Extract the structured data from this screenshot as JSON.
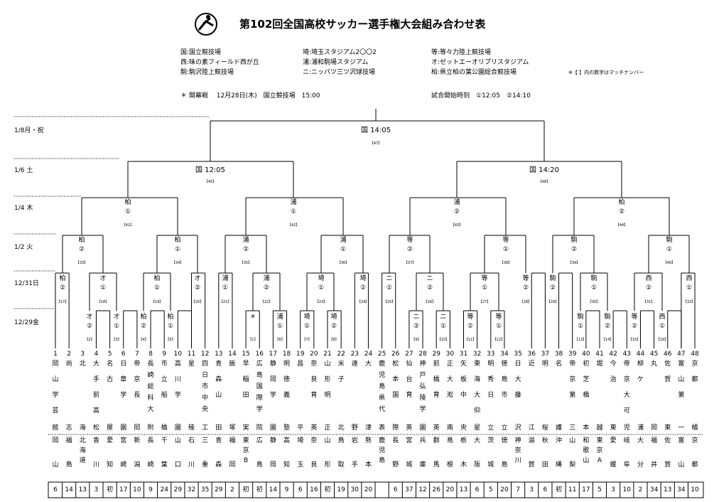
{
  "title": "第102回全国高校サッカー選手権大会組み合わせ表",
  "venues": [
    "国:国立競技場",
    "埼:埼玉スタジアム2〇〇2",
    "等:等々力陸上競技場",
    "西:味の素フィールド西が丘",
    "浦:浦和駒場スタジアム",
    "オ:ゼットエーオリプリスタジアム",
    "駒:駒沢陸上競技場",
    "ニ:ニッパツ三ツ沢球技場",
    "柏:県立柏の葉公園総合競技場"
  ],
  "note": "※【 】内の数字はマッチナンバー",
  "opening": "＊ 開幕戦　 12月28日(木)　国立競技場　15:00",
  "kickoff": "試合開始時刻　①12:05　②14:10",
  "rounds": [
    "1/8月・祝",
    "1/6 土",
    "1/4 木",
    "1/2 火",
    "12/31日",
    "12/29金"
  ],
  "final": {
    "text": "国 14:05",
    "num": "【47】"
  },
  "semis": [
    {
      "text": "国 12:05",
      "num": "【45】"
    },
    {
      "text": "国 14:20",
      "num": "【46】"
    }
  ],
  "qf": [
    {
      "v": "柏",
      "t": "①",
      "num": "【41】"
    },
    {
      "v": "浦",
      "t": "①",
      "num": "【42】"
    },
    {
      "v": "浦",
      "t": "②",
      "num": "【43】"
    },
    {
      "v": "柏",
      "t": "②",
      "num": "【44】"
    }
  ],
  "r16": [
    {
      "v": "柏",
      "t": "②",
      "num": "【33】"
    },
    {
      "v": "柏",
      "t": "①",
      "num": "【34】"
    },
    {
      "v": "浦",
      "t": "②",
      "num": "【35】"
    },
    {
      "v": "浦",
      "t": "①",
      "num": "【36】"
    },
    {
      "v": "等",
      "t": "②",
      "num": "【37】"
    },
    {
      "v": "等",
      "t": "①",
      "num": "【38】"
    },
    {
      "v": "駒",
      "t": "②",
      "num": "【39】"
    },
    {
      "v": "駒",
      "t": "①",
      "num": "【40】"
    }
  ],
  "r2": [
    {
      "v": "柏",
      "t": "②",
      "num": "【17】"
    },
    {
      "v": "オ",
      "t": "①",
      "num": "【18】"
    },
    {
      "v": "柏",
      "t": "①",
      "num": "【19】"
    },
    {
      "v": "オ",
      "t": "②",
      "num": "【20】"
    },
    {
      "v": "浦",
      "t": "①",
      "num": "【21】"
    },
    {
      "v": "浦",
      "t": "②",
      "num": "【22】"
    },
    {
      "v": "埼",
      "t": "①",
      "num": "【23】"
    },
    {
      "v": "埼",
      "t": "②",
      "num": "【24】"
    },
    {
      "v": "ニ",
      "t": "①",
      "num": "【25】"
    },
    {
      "v": "ニ",
      "t": "②",
      "num": "【26】"
    },
    {
      "v": "等",
      "t": "①",
      "num": "【27】"
    },
    {
      "v": "等",
      "t": "②",
      "num": "【28】"
    },
    {
      "v": "駒",
      "t": "②",
      "num": "【29】"
    },
    {
      "v": "駒",
      "t": "①",
      "num": "【30】"
    },
    {
      "v": "西",
      "t": "②",
      "num": "【31】"
    },
    {
      "v": "西",
      "t": "①",
      "num": "【32】"
    }
  ],
  "r1": [
    {
      "v": "オ",
      "t": "②",
      "num": "【2】"
    },
    {
      "v": "オ",
      "t": "①",
      "num": "【3】"
    },
    {
      "v": "柏",
      "t": "②",
      "num": "【4】"
    },
    {
      "v": "柏",
      "t": "①",
      "num": "【5】"
    },
    {
      "v": "＊",
      "t": "",
      "num": "【1】"
    },
    {
      "v": "浦",
      "t": "①",
      "num": "【6】"
    },
    {
      "v": "埼",
      "t": "①",
      "num": "【7】"
    },
    {
      "v": "埼",
      "t": "②",
      "num": "【8】"
    },
    {
      "v": "ニ",
      "t": "②",
      "num": "【9】"
    },
    {
      "v": "ニ",
      "t": "①",
      "num": "【10】"
    },
    {
      "v": "等",
      "t": "②",
      "num": "【11】"
    },
    {
      "v": "等",
      "t": "①",
      "num": "【12】"
    },
    {
      "v": "駒",
      "t": "①",
      "num": "【13】"
    },
    {
      "v": "駒",
      "t": "②",
      "num": "【14】"
    },
    {
      "v": "等",
      "t": "②",
      "num": "【15】"
    },
    {
      "v": "西",
      "t": "①",
      "num": "【16】"
    }
  ],
  "teams": [
    {
      "n": "1",
      "name": "岡山学芸館",
      "pref": "岡山",
      "c": "6"
    },
    {
      "n": "2",
      "name": "尚志",
      "pref": "福島",
      "c": "14"
    },
    {
      "n": "3",
      "name": "北海",
      "pref": "北海道",
      "c": "13"
    },
    {
      "n": "4",
      "name": "大手前高松",
      "pref": "香川",
      "c": "3"
    },
    {
      "n": "5",
      "name": "名古屋",
      "pref": "愛知",
      "c": "初"
    },
    {
      "n": "6",
      "name": "日章学園",
      "pref": "宮崎",
      "c": "17"
    },
    {
      "n": "7",
      "name": "帝京長岡",
      "pref": "新潟",
      "c": "10"
    },
    {
      "n": "8",
      "name": "長崎総科大附",
      "pref": "長崎",
      "c": "9"
    },
    {
      "n": "9",
      "name": "市立船橋",
      "pref": "千葉",
      "c": "24"
    },
    {
      "n": "10",
      "name": "高川学園",
      "pref": "山口",
      "c": "29"
    },
    {
      "n": "11",
      "name": "星稜",
      "pref": "石川",
      "c": "32"
    },
    {
      "n": "12",
      "name": "四日市中央工",
      "pref": "三重",
      "c": "35"
    },
    {
      "n": "13",
      "name": "青森山田",
      "pref": "青森",
      "c": "29"
    },
    {
      "n": "14",
      "name": "飯塚",
      "pref": "福岡",
      "c": "2"
    },
    {
      "n": "15",
      "name": "早稲田実",
      "pref": "東京B",
      "c": "初"
    },
    {
      "n": "16",
      "name": "広島国際学院",
      "pref": "広島",
      "c": "初"
    },
    {
      "n": "17",
      "name": "静岡学園",
      "pref": "静岡",
      "c": "14"
    },
    {
      "n": "18",
      "name": "明徳義塾",
      "pref": "高知",
      "c": "9"
    },
    {
      "n": "19",
      "name": "昌平",
      "pref": "埼玉",
      "c": "6"
    },
    {
      "n": "20",
      "name": "奈良育英",
      "pref": "奈良",
      "c": "16"
    },
    {
      "n": "21",
      "name": "山形明正",
      "pref": "山形",
      "c": "初"
    },
    {
      "n": "22",
      "name": "米子北",
      "pref": "鳥取",
      "c": "19"
    },
    {
      "n": "23",
      "name": "遠野",
      "pref": "岩手",
      "c": "30"
    },
    {
      "n": "24",
      "name": "大津",
      "pref": "熊本",
      "c": "20"
    },
    {
      "n": "25",
      "name": "鹿児島県代表",
      "pref": "鹿児島",
      "c": ""
    },
    {
      "n": "26",
      "name": "松本国際",
      "pref": "長野",
      "c": "6"
    },
    {
      "n": "27",
      "name": "仙台育英",
      "pref": "宮城",
      "c": "37"
    },
    {
      "n": "28",
      "name": "神戸弘陵学園",
      "pref": "兵庫",
      "c": "12"
    },
    {
      "n": "29",
      "name": "前橋育英",
      "pref": "群馬",
      "c": "26"
    },
    {
      "n": "30",
      "name": "正大淞南",
      "pref": "島根",
      "c": "20"
    },
    {
      "n": "31",
      "name": "矢板中央",
      "pref": "栃木",
      "c": "13"
    },
    {
      "n": "32",
      "name": "東海大仰星",
      "pref": "大阪",
      "c": "6"
    },
    {
      "n": "33",
      "name": "明秀日立",
      "pref": "茨城",
      "c": "5"
    },
    {
      "n": "34",
      "name": "徳島市立",
      "pref": "徳島",
      "c": "20"
    },
    {
      "n": "35",
      "name": "日大藤沢",
      "pref": "神奈川",
      "c": "7"
    },
    {
      "n": "36",
      "name": "近江",
      "pref": "滋賀",
      "c": "3"
    },
    {
      "n": "37",
      "name": "明桜",
      "pref": "秋田",
      "c": "6"
    },
    {
      "n": "38",
      "name": "名護",
      "pref": "沖縄",
      "c": "初"
    },
    {
      "n": "39",
      "name": "帝京第三",
      "pref": "山梨",
      "c": "11"
    },
    {
      "n": "40",
      "name": "初芝橋本",
      "pref": "和歌山",
      "c": "17"
    },
    {
      "n": "41",
      "name": "堀越",
      "pref": "東京A",
      "c": "5"
    },
    {
      "n": "42",
      "name": "今治東",
      "pref": "愛媛",
      "c": "3"
    },
    {
      "n": "43",
      "name": "帝京大可児",
      "pref": "岐阜",
      "c": "10"
    },
    {
      "n": "44",
      "name": "柳ケ浦",
      "pref": "大分",
      "c": "2"
    },
    {
      "n": "45",
      "name": "丸岡",
      "pref": "福井",
      "c": "34"
    },
    {
      "n": "46",
      "name": "佐賀東",
      "pref": "佐賀",
      "c": "13"
    },
    {
      "n": "47",
      "name": "富山第一",
      "pref": "富山",
      "c": "34"
    },
    {
      "n": "48",
      "name": "京都橘",
      "pref": "京都",
      "c": "10"
    }
  ]
}
